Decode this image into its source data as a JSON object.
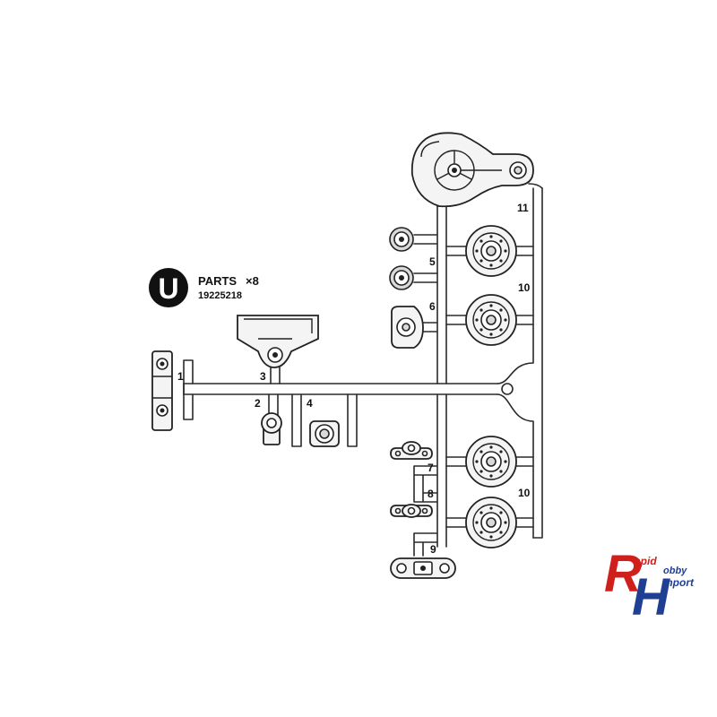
{
  "legend": {
    "letter": "U",
    "title": "PARTS",
    "quantity": "×8",
    "part_code": "19225218"
  },
  "parts": [
    {
      "id": "p1",
      "label": "1"
    },
    {
      "id": "p2",
      "label": "2"
    },
    {
      "id": "p3",
      "label": "3"
    },
    {
      "id": "p4",
      "label": "4"
    },
    {
      "id": "p5",
      "label": "5"
    },
    {
      "id": "p6",
      "label": "6"
    },
    {
      "id": "p7",
      "label": "7"
    },
    {
      "id": "p8",
      "label": "8"
    },
    {
      "id": "p9",
      "label": "9"
    },
    {
      "id": "p10a",
      "label": "10"
    },
    {
      "id": "p10b",
      "label": "10"
    },
    {
      "id": "p11",
      "label": "11"
    }
  ],
  "logo": {
    "word1": "apid",
    "word2": "obby",
    "word3": "mport",
    "red": "#d0201c",
    "blue": "#1f3f93"
  }
}
